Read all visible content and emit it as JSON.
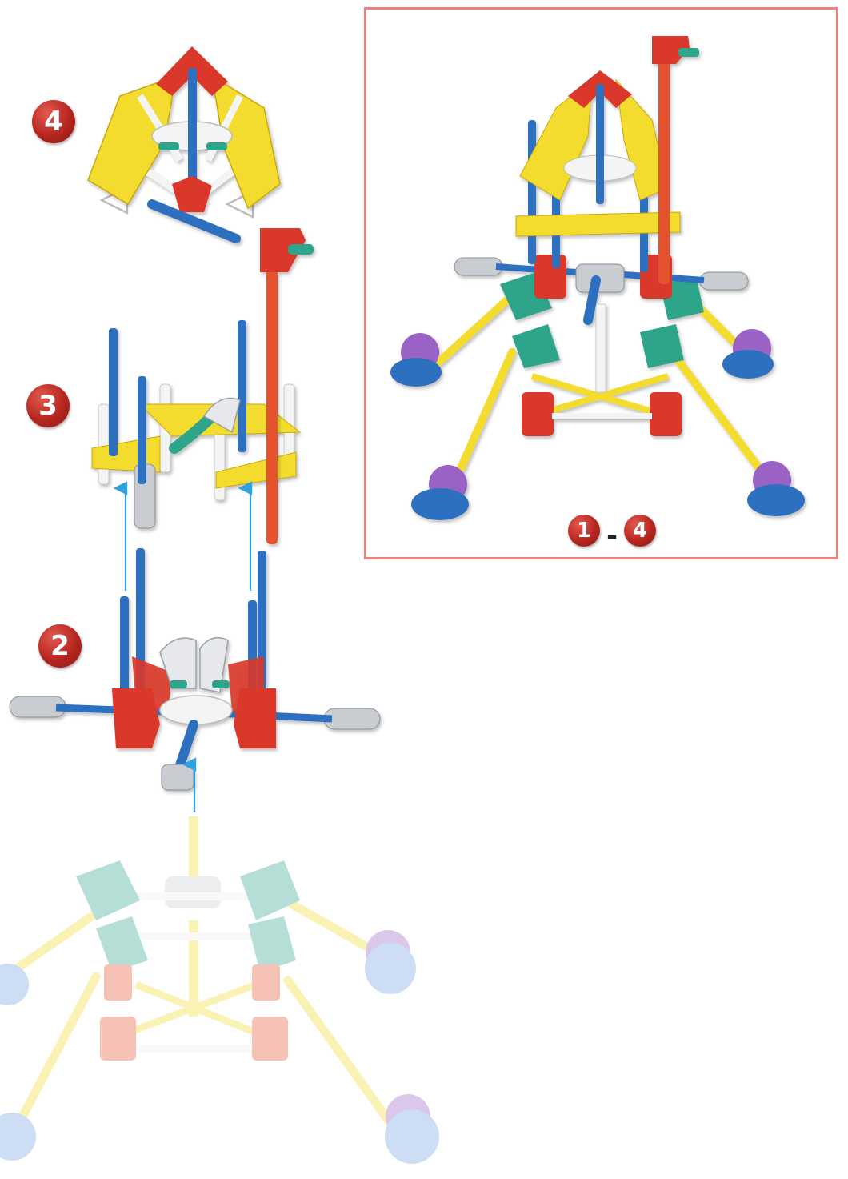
{
  "steps": {
    "step4": "4",
    "step3": "3",
    "step2": "2"
  },
  "summary": {
    "range_start": "1",
    "range_sep": "-",
    "range_end": "4"
  },
  "colors": {
    "red": "#d9382a",
    "yellow": "#f3dc2e",
    "blue": "#2f6fc0",
    "white_rod": "#f4f4f4",
    "grey": "#c9cdd2",
    "teal": "#2fa58b",
    "purple": "#9a62c4",
    "orange_rod": "#e5532f",
    "arrow": "#2ba3e0",
    "frame": "#ee7f7f"
  }
}
